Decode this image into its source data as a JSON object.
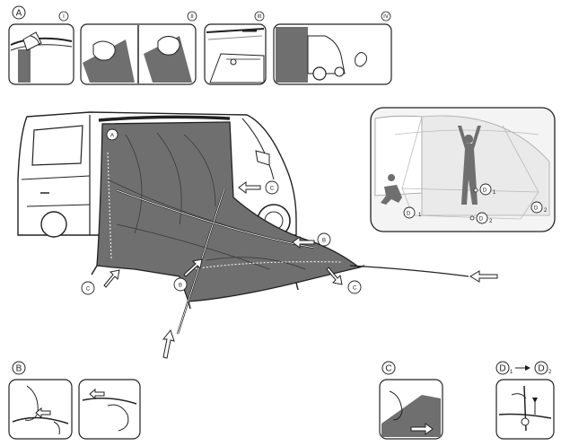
{
  "section_labels": {
    "a": "A",
    "b": "B",
    "c": "C",
    "d_from_main": "D",
    "d_from_sub": "1",
    "d_to_main": "D",
    "d_to_sub": "2"
  },
  "step_numerals": [
    "I",
    "II",
    "III",
    "IV"
  ],
  "callouts": {
    "a_on_tent": "A",
    "b_upper": "B",
    "b_lower": "B",
    "c_right_mid": "C",
    "c_left_bottom": "C",
    "c_right_bottom": "C",
    "d1_left": "D",
    "d1_left_sub": "1",
    "d1_center": "D",
    "d1_center_sub": "1",
    "d2_center": "D",
    "d2_center_sub": "2",
    "d2_right": "D",
    "d2_right_sub": "2"
  },
  "colors": {
    "tent_fill": "#6f6f6f",
    "tent_dark": "#4f4f4f",
    "line": "#1a1a1a",
    "panel_border": "#222222",
    "inset_bg": "#f2f2f2"
  },
  "icons": {
    "arrow": "outline-arrow-icon",
    "circle_label": "circled-letter-icon"
  }
}
